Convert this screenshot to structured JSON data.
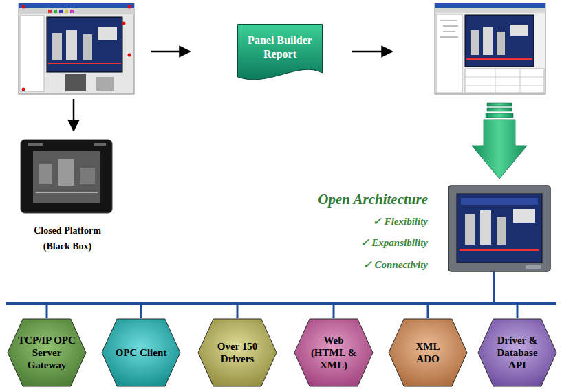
{
  "diagram": {
    "nodes": [
      {
        "text": [
          "Panel Builder Report"
        ]
      },
      {
        "text": [
          "TCP/IP OPC Server Gateway"
        ]
      },
      {
        "text": [
          "OPC Client"
        ]
      },
      {
        "text": [
          "Over 150 Drivers"
        ]
      },
      {
        "text": [
          "Web (HTML & XML)"
        ]
      },
      {
        "text": [
          "XML ADO"
        ]
      },
      {
        "text": [
          "Driver & Database API"
        ]
      }
    ],
    "labels": [
      "Open Architecture",
      "✓ Flexibility",
      "✓ Expansibility",
      "✓ Connectivity",
      "Closed Platform (Black Box)"
    ]
  }
}
